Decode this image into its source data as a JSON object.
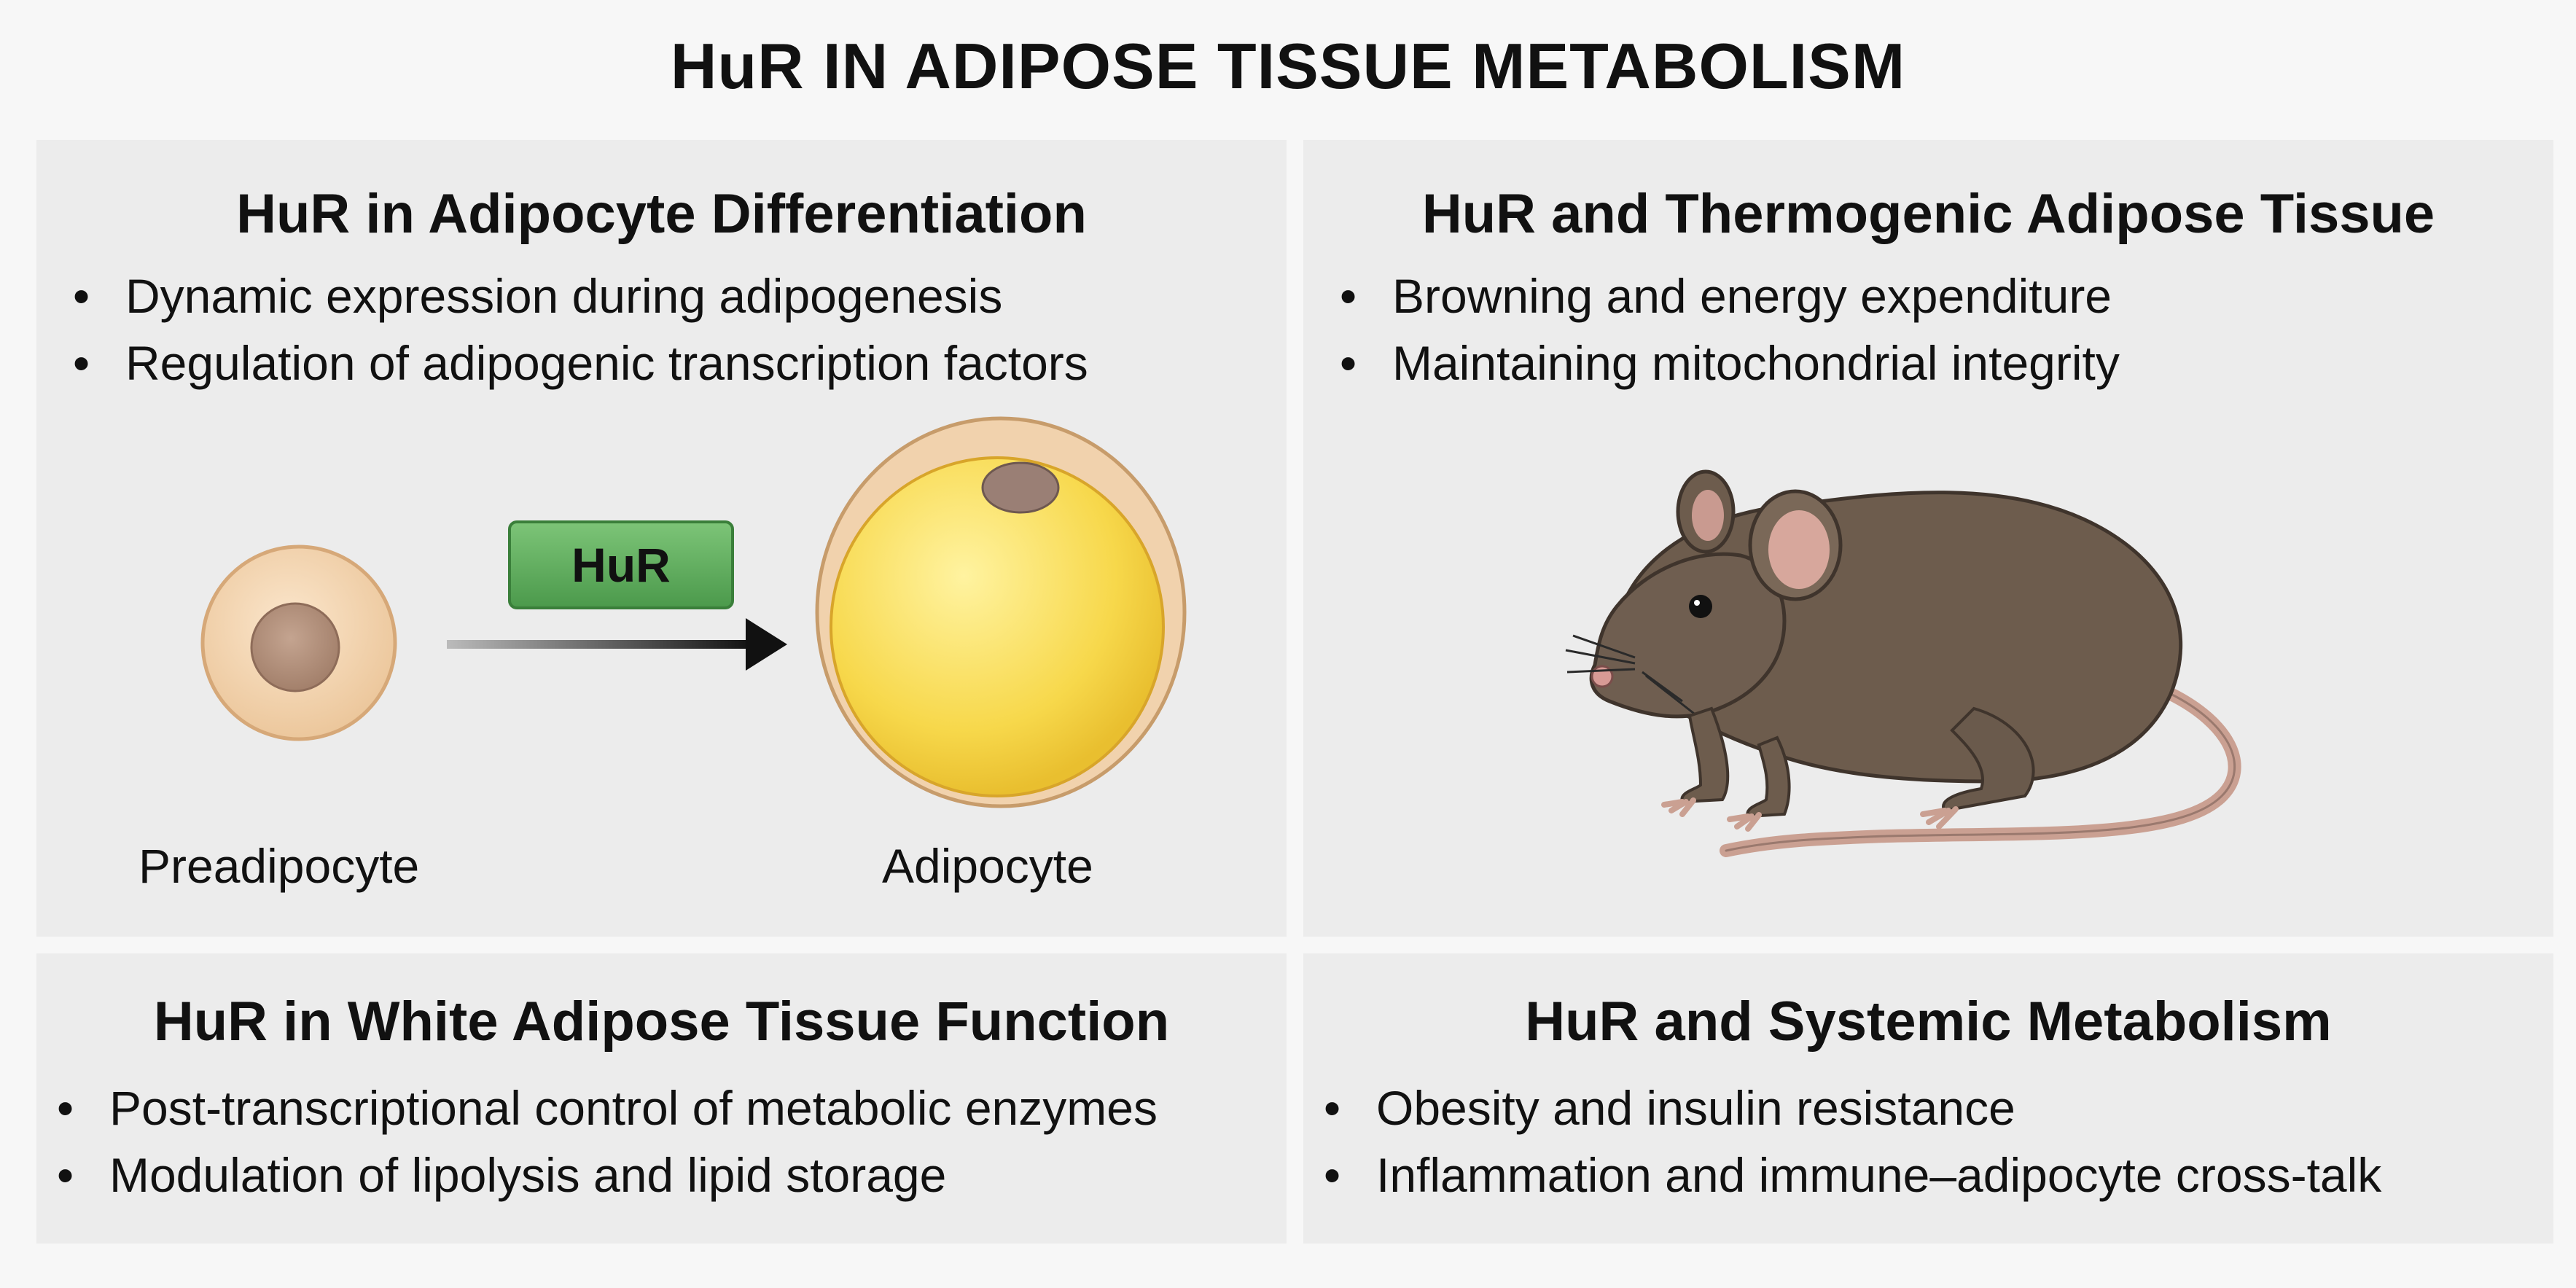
{
  "title": "HuR IN ADIPOSE TISSUE METABOLISM",
  "panels": {
    "differentiation": {
      "title": "HuR in Adipocyte Differentiation",
      "bullets": [
        "Dynamic expression during adipogenesis",
        "Regulation of adipogenic transcription factors"
      ],
      "hur_label": "HuR",
      "preadipocyte_label": "Preadipocyte",
      "adipocyte_label": "Adipocyte"
    },
    "thermogenic": {
      "title": "HuR and Thermogenic Adipose Tissue",
      "bullets": [
        "Browning and energy expenditure",
        "Maintaining mitochondrial integrity"
      ],
      "icon": "mouse-illustration"
    },
    "white": {
      "title": "HuR in White Adipose Tissue Function",
      "bullets": [
        "Post-transcriptional control of metabolic enzymes",
        "Modulation of lipolysis and lipid storage"
      ]
    },
    "systemic": {
      "title": "HuR and Systemic Metabolism",
      "bullets": [
        "Obesity and insulin resistance",
        "Inflammation and immune–adipocyte cross-talk"
      ]
    }
  },
  "colors": {
    "panel_bg": "#ececec",
    "hur_box": "#5fae5a",
    "lipid_droplet": "#f6d548",
    "preadipocyte": "#f1d2ad",
    "mouse": "#6b5a4b"
  }
}
